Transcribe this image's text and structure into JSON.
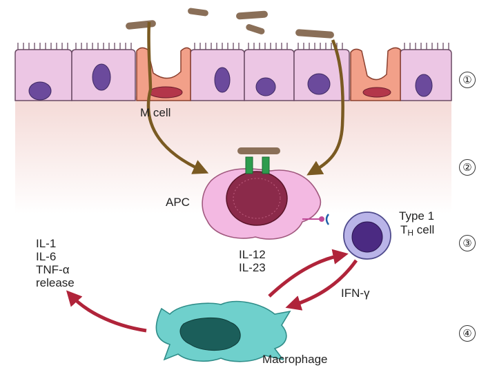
{
  "labels": {
    "m_cell": "M cell",
    "apc": "APC",
    "type1": "Type 1",
    "th_main": "T",
    "th_sub": "H",
    "th_tail": " cell",
    "cytokines_top": [
      "IL-12",
      "IL-23"
    ],
    "ifn": "IFN-γ",
    "release": [
      "IL-1",
      "IL-6",
      "TNF-α",
      "release"
    ],
    "macrophage": "Macrophage"
  },
  "steps": [
    "①",
    "②",
    "③",
    "④"
  ],
  "colors": {
    "epithelial_cell": "#ecc6e4",
    "epithelial_nucleus": "#6b4a9c",
    "m_cell": "#f2a089",
    "m_cell_nucleus": "#b3364a",
    "mucosa_fade": "#f4d9d6",
    "bacteria": "#8a6f58",
    "apc": "#f3b9e2",
    "apc_nucleus": "#8b2a4a",
    "mhc": "#2e9c4e",
    "th_cell": "#b9b4e8",
    "th_nucleus": "#4b2a82",
    "macrophage": "#6fd0cc",
    "macrophage_nucleus": "#1b5e5a",
    "red_arrow": "#b0243a",
    "brown_arrow": "#7a5a22"
  }
}
